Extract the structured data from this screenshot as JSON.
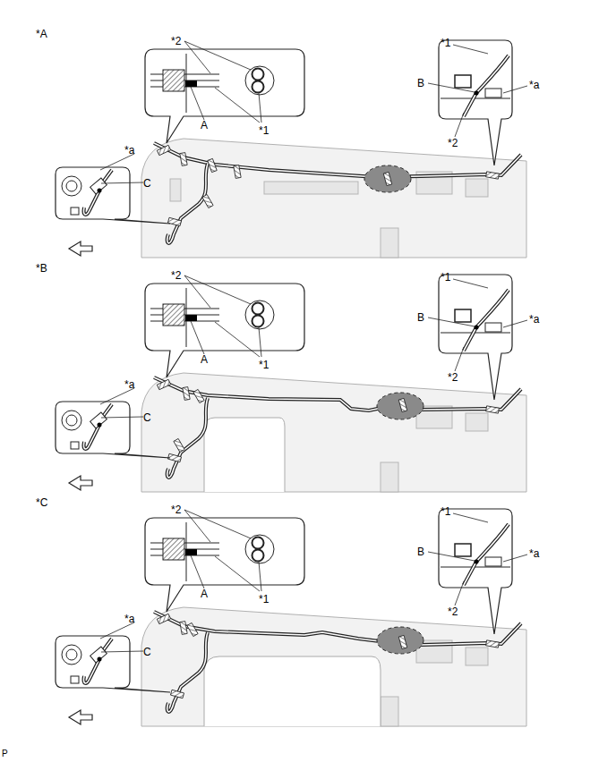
{
  "diagram": {
    "labels": [
      "*A",
      "*2",
      "*1",
      "B",
      "*a",
      "A",
      "*1",
      "*2",
      "*a",
      "C",
      "*B",
      "*2",
      "*1",
      "B",
      "*a",
      "A",
      "*1",
      "*2",
      "*a",
      "C",
      "*C",
      "*2",
      "*1",
      "B",
      "*a",
      "A",
      "*1",
      "*2",
      "*a",
      "C",
      "P"
    ]
  }
}
